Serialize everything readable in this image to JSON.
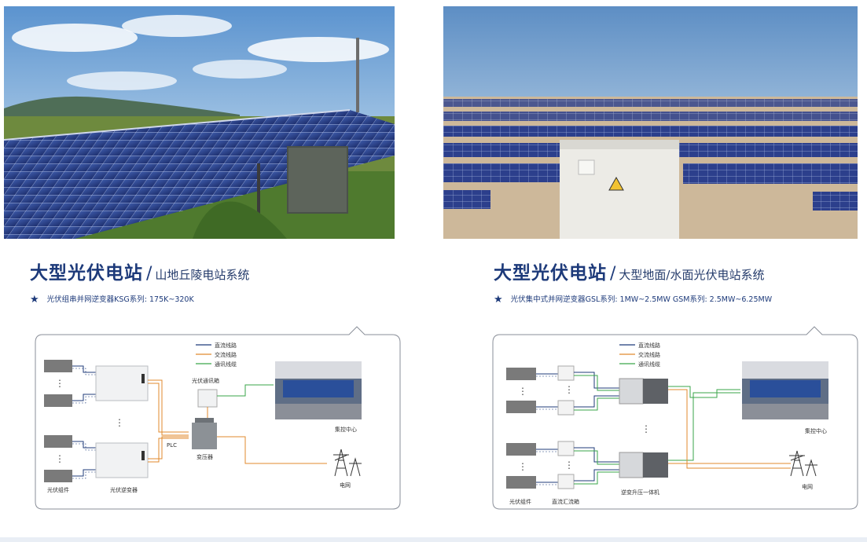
{
  "left": {
    "title": "大型光伏电站",
    "subtitle": "山地丘陵电站系统",
    "spec": "光伏组串并网逆变器KSG系列: 175K~320K",
    "legend": [
      "直流线路",
      "交流线路",
      "通讯线缆"
    ],
    "labels": {
      "pv_module": "光伏组件",
      "inverter": "光伏逆变器",
      "comm_box": "光伏通讯箱",
      "plc": "PLC",
      "transformer": "变压器",
      "control_center": "集控中心",
      "grid": "电网"
    }
  },
  "right": {
    "title": "大型光伏电站",
    "subtitle": "大型地面/水面光伏电站系统",
    "spec": "光伏集中式并网逆变器GSL系列: 1MW~2.5MW   GSM系列: 2.5MW~6.25MW",
    "legend": [
      "直流线路",
      "交流线路",
      "通讯线缆"
    ],
    "labels": {
      "pv_module": "光伏组件",
      "combiner": "直流汇流箱",
      "integrated_unit": "逆变升压一体机",
      "control_center": "集控中心",
      "grid": "电网"
    }
  },
  "colors": {
    "dc_line": "#1f3b7a",
    "ac_line": "#e08a2e",
    "comm_line": "#3aa64a",
    "heading": "#1d3a7a"
  }
}
